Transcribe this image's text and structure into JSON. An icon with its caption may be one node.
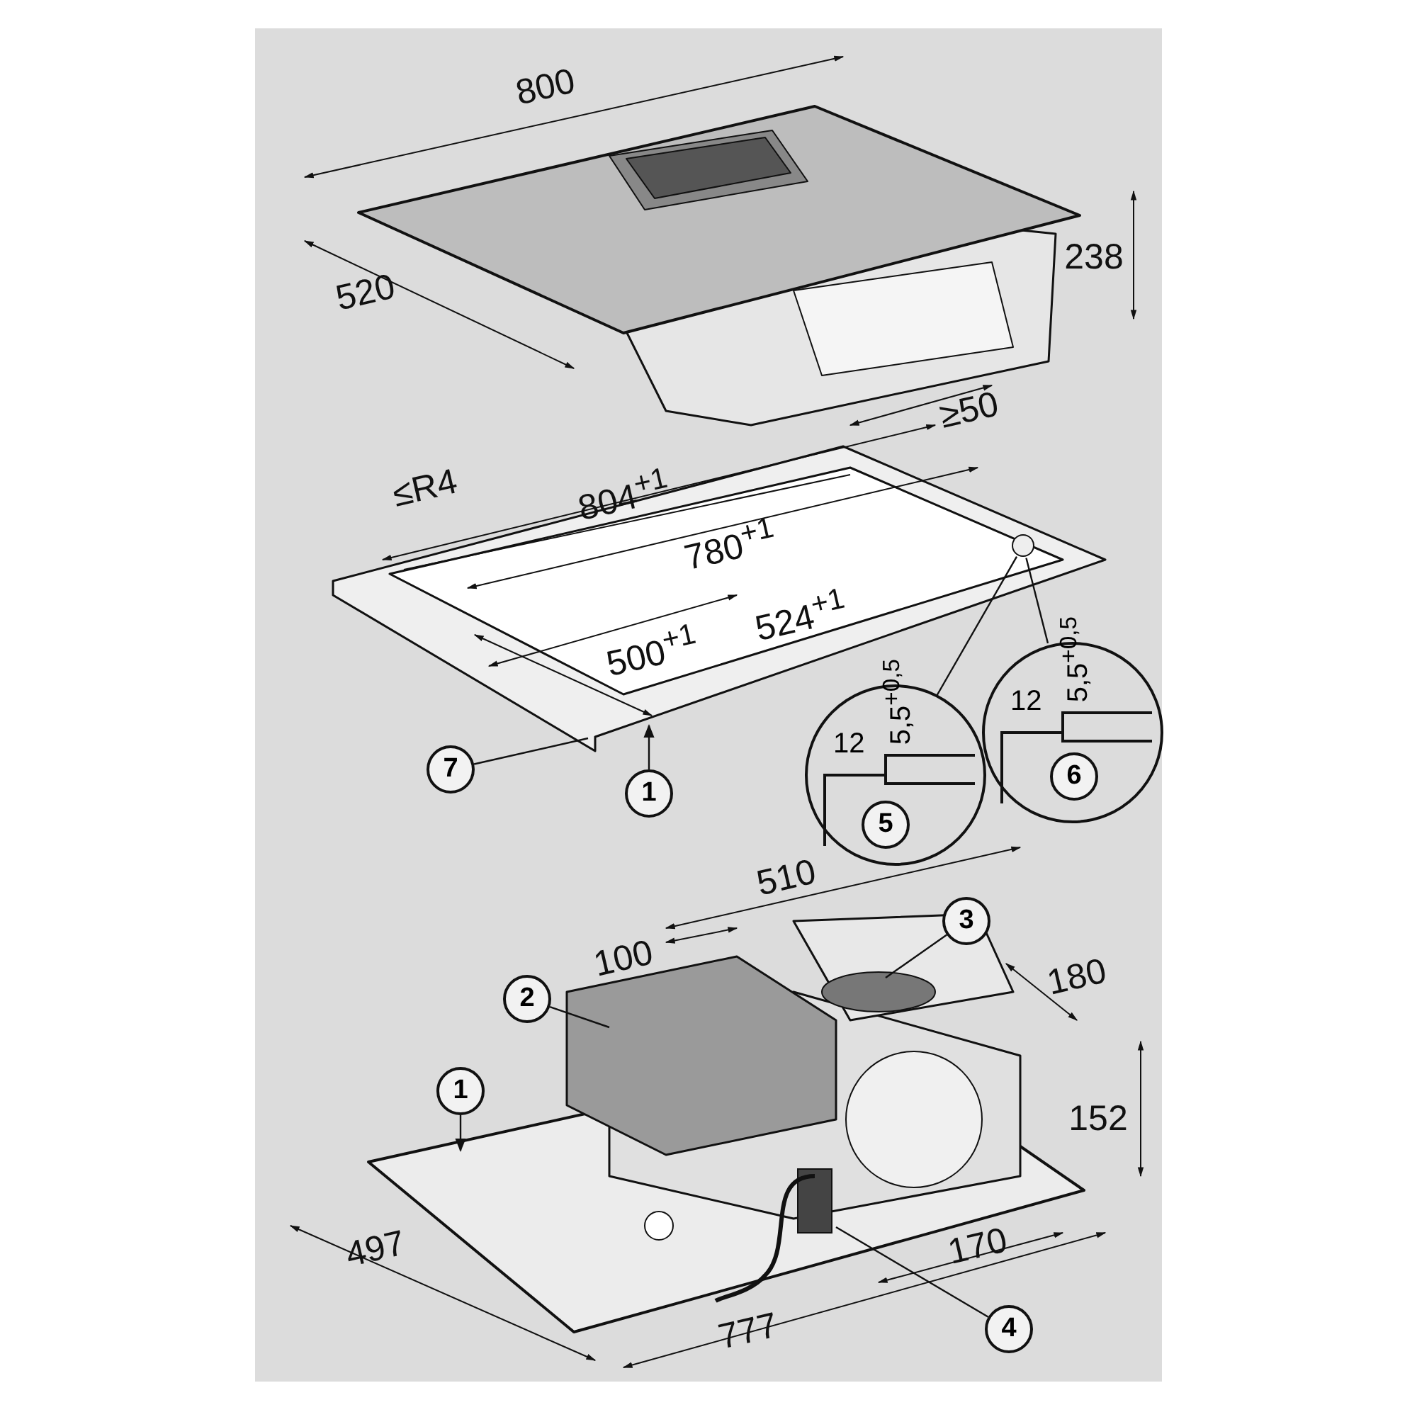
{
  "diagram": {
    "nodes": [
      {
        "text": [
          "7"
        ]
      },
      {
        "text": [
          "1"
        ]
      },
      {
        "text": [
          "12",
          "5,5$^{+0,5}$"
        ]
      },
      {
        "text": [
          "5"
        ],
        "in": 2
      },
      {
        "text": [
          "12",
          "5,5$^{+0,5}$"
        ]
      },
      {
        "text": [
          "6"
        ],
        "in": 4
      },
      {
        "text": [],
        "shape": "circle"
      },
      {
        "text": [
          "3"
        ]
      },
      {
        "text": [
          "2"
        ]
      },
      {
        "text": [
          "1"
        ]
      },
      {
        "text": [
          "4"
        ]
      }
    ],
    "edges": [
      {
        "from": 0,
        "to": null,
        "arrow": "none"
      },
      {
        "from": 1,
        "to": null,
        "arrow": "to"
      },
      {
        "from": 2,
        "to": 6,
        "arrow": "none"
      },
      {
        "from": 4,
        "to": 6,
        "arrow": "none"
      },
      {
        "from": 7,
        "to": null,
        "arrow": "none"
      },
      {
        "from": 8,
        "to": null,
        "arrow": "none"
      },
      {
        "from": 9,
        "to": null,
        "arrow": "to"
      },
      {
        "from": 10,
        "to": null,
        "arrow": "none"
      }
    ],
    "labels": [
      "800",
      "238",
      "520",
      "≥50",
      "804$^{+1}$",
      "≤R4",
      "780$^{+1}$",
      "524$^{+1}$",
      "500$^{+1}$",
      "510",
      "100",
      "180",
      "152",
      "497",
      "170",
      "777"
    ]
  }
}
